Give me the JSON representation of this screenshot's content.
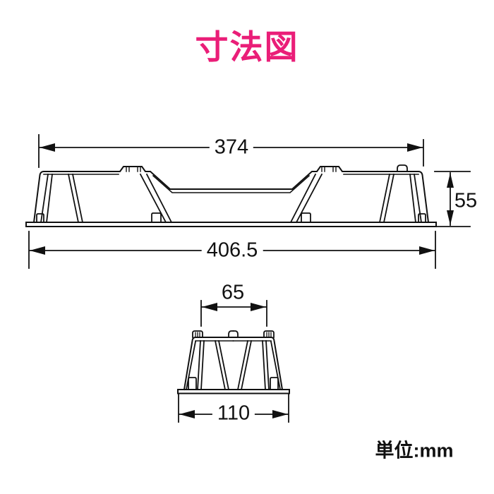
{
  "title": "寸法図",
  "unit_label": "単位:mm",
  "views": {
    "front": {
      "name": "front-view",
      "dim_top_width": "374",
      "dim_height": "55",
      "dim_overall_width": "406.5"
    },
    "side": {
      "name": "side-view",
      "dim_top_width": "65",
      "dim_base_width": "110"
    }
  },
  "colors": {
    "title": "#EA1E78",
    "line": "#111111",
    "background": "#FFFFFF"
  }
}
